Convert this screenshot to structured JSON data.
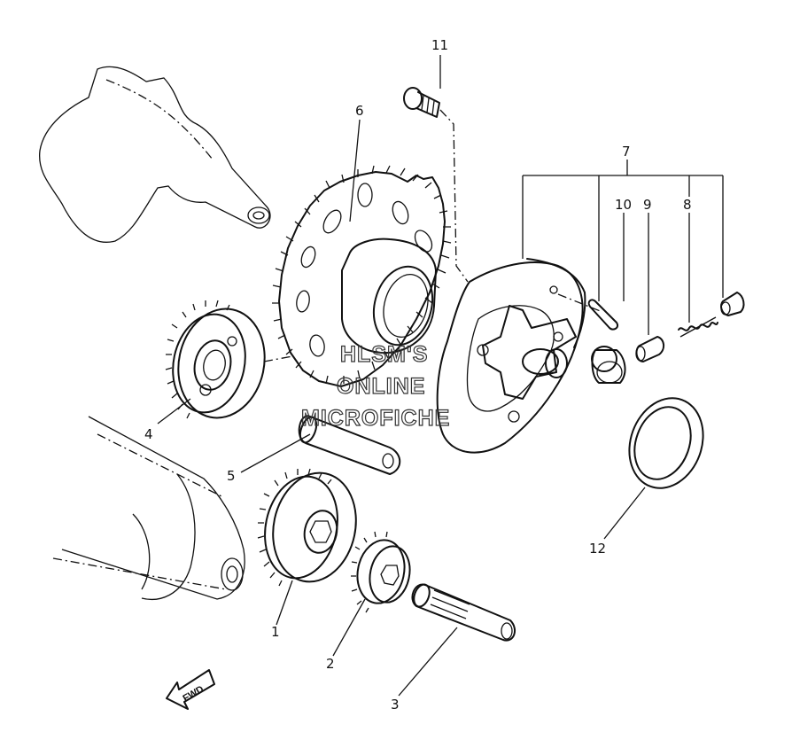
{
  "callouts": [
    {
      "id": "1",
      "text": "1"
    },
    {
      "id": "2",
      "text": "2"
    },
    {
      "id": "3",
      "text": "3"
    },
    {
      "id": "4",
      "text": "4"
    },
    {
      "id": "5",
      "text": "5"
    },
    {
      "id": "6",
      "text": "6"
    },
    {
      "id": "7",
      "text": "7"
    },
    {
      "id": "8",
      "text": "8"
    },
    {
      "id": "9",
      "text": "9"
    },
    {
      "id": "10",
      "text": "10"
    },
    {
      "id": "11",
      "text": "11"
    },
    {
      "id": "12",
      "text": "12"
    }
  ],
  "watermark": {
    "line1": "HLSM'S",
    "line2": "ONLINE",
    "line3": "MICROFICHE"
  },
  "direction_arrow": {
    "label": "FWD"
  }
}
